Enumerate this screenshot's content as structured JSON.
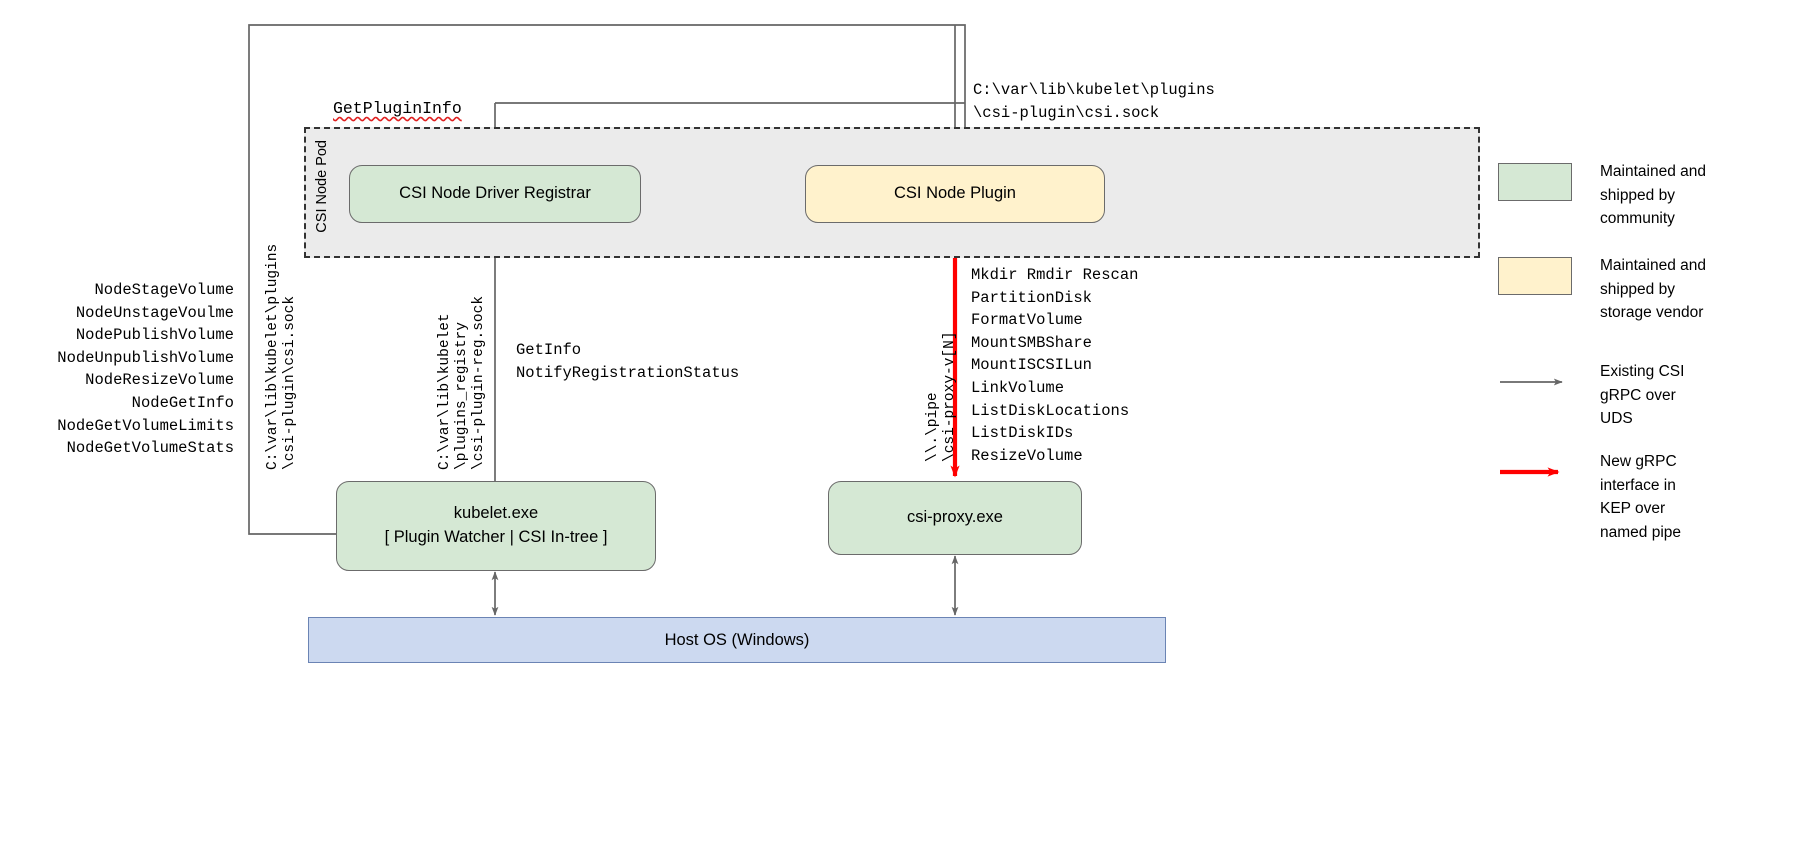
{
  "diagram": {
    "pod": {
      "label": "CSI Node Pod"
    },
    "boxes": {
      "registrar": {
        "title": "CSI Node Driver Registrar"
      },
      "plugin": {
        "title": "CSI Node Plugin"
      },
      "kubelet": {
        "title": "kubelet.exe",
        "subtitle": "[ Plugin Watcher | CSI In-tree ]"
      },
      "proxy": {
        "title": "csi-proxy.exe"
      },
      "hostos": {
        "title": "Host OS (Windows)"
      }
    },
    "labels": {
      "get_plugin_info": "GetPluginInfo",
      "csi_sock_path": "C:\\var\\lib\\kubelet\\plugins\n\\csi-plugin\\csi.sock",
      "node_rpc_list": "NodeStageVolume\nNodeUnstageVoulme\nNodePublishVolume\nNodeUnpublishVolume\nNodeResizeVolume\nNodeGetInfo\nNodeGetVolumeLimits\nNodeGetVolumeStats",
      "registration_rpc_list": "GetInfo\nNotifyRegistrationStatus",
      "proxy_api_list": "Mkdir Rmdir Rescan\nPartitionDisk\nFormatVolume\nMountSMBShare\nMountISCSILun\nLinkVolume\nListDiskLocations\nListDiskIDs\nResizeVolume",
      "vpath_csi_sock": "C:\\var\\lib\\kubelet\\plugins\n\\csi-plugin\\csi.sock",
      "vpath_registry_sock": "C:\\var\\lib\\kubelet\n\\plugins_registry\n\\csi-plugin-reg.sock",
      "vpath_named_pipe": "\\\\.\\pipe\n\\csi-proxy-v[N]"
    },
    "legend": [
      {
        "kind": "swatch",
        "color_name": "green",
        "color": "#d5e8d4",
        "text": "Maintained and\nshipped by\ncommunity"
      },
      {
        "kind": "swatch",
        "color_name": "yellow",
        "color": "#fff2cc",
        "text": "Maintained and\nshipped by\nstorage vendor"
      },
      {
        "kind": "arrow",
        "color_name": "gray",
        "color": "#666666",
        "text": "Existing CSI\ngRPC over\nUDS"
      },
      {
        "kind": "arrow",
        "color_name": "red",
        "color": "#ff0000",
        "text": "New gRPC\ninterface in\nKEP over\nnamed pipe"
      }
    ],
    "colors": {
      "community_green": "#d5e8d4",
      "vendor_yellow": "#fff2cc",
      "host_os_blue": "#ccd9f0",
      "pod_gray": "#ebebeb",
      "existing_arrow": "#666666",
      "new_arrow": "#ff0000"
    }
  }
}
